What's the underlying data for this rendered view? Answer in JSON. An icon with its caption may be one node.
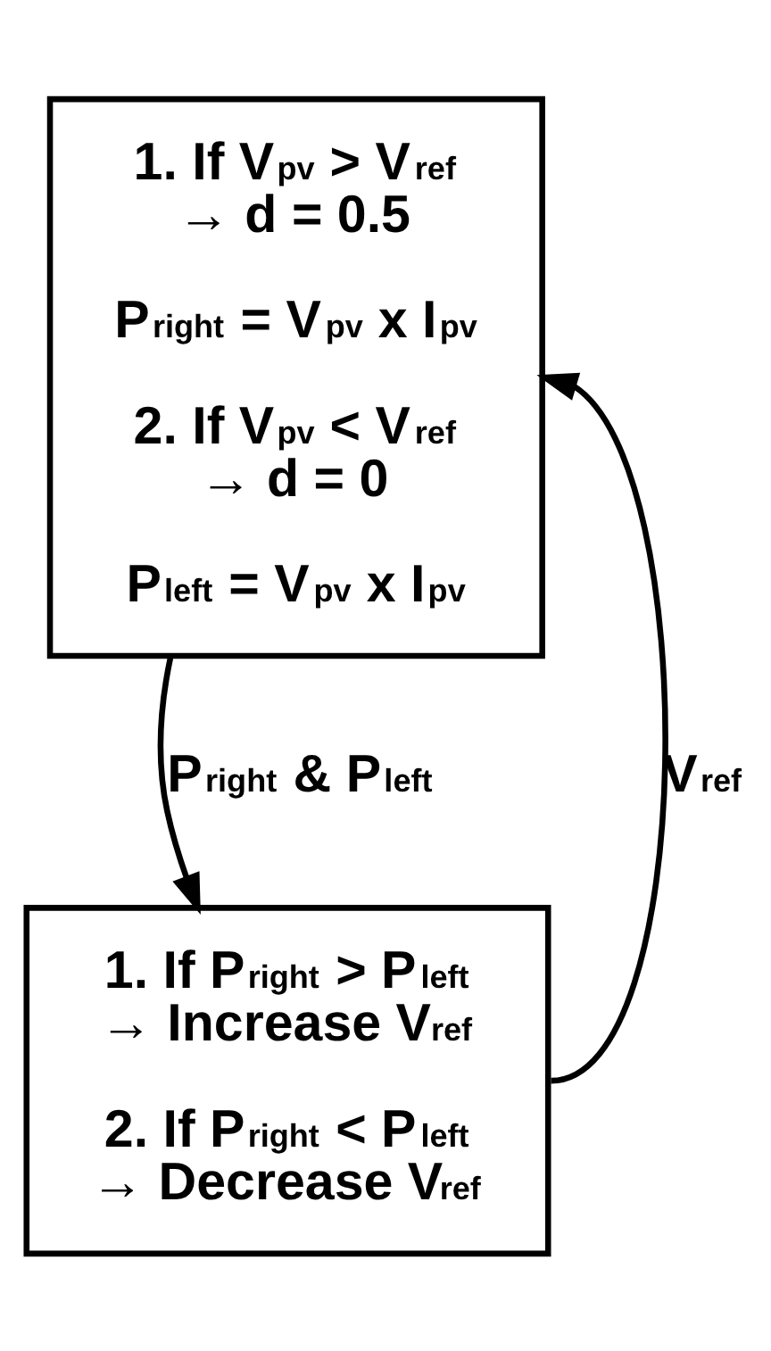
{
  "diagram": {
    "nodes": [
      {
        "text": [
          "1. If V$_{pv}$ > V$_{ref}$ → d = 0.5",
          "P$_{right}$ = V$_{pv}$ x I$_{pv}$",
          "2. If V$_{pv}$ < V$_{ref}$ → d = 0",
          "P$_{left}$ = V$_{pv}$ x I$_{pv}$"
        ]
      },
      {
        "text": [
          "1. If P$_{right}$ > P$_{left}$ → Increase V$_{ref}$",
          "2. If P$_{right}$ < P$_{left}$ → Decrease V$_{ref}$"
        ]
      }
    ],
    "edges": [
      {
        "from": 0,
        "to": 1,
        "arrow": "to",
        "label": "P$_{right}$ & P$_{left}$"
      },
      {
        "from": 1,
        "to": 0,
        "arrow": "to",
        "label": "V$_{ref}$"
      }
    ]
  }
}
